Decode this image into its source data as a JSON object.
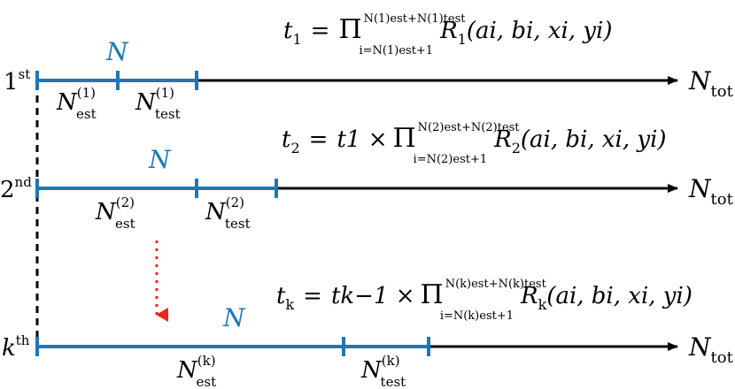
{
  "colors": {
    "axis": "#000000",
    "segment": "#1f77b4",
    "ellipsis": "#e8271e"
  },
  "rows": [
    {
      "ordinal": "1",
      "ordinal_suffix": "st",
      "window_label": "N",
      "est_base": "N",
      "est_sub": "est",
      "est_sup": "(1)",
      "test_base": "N",
      "test_sub": "test",
      "test_sup": "(1)",
      "end_base": "N",
      "end_sub": "tot",
      "formula": {
        "lhs_base": "t",
        "lhs_sub": "1",
        "eq": "=",
        "prefix": "",
        "prod": "Π",
        "upper": "N(1)est+N(1)test",
        "lower": "i=N(1)est+1",
        "func_base": "R",
        "func_sub": "1",
        "args": "(ai, bi, xi, yi)"
      }
    },
    {
      "ordinal": "2",
      "ordinal_suffix": "nd",
      "window_label": "N",
      "est_base": "N",
      "est_sub": "est",
      "est_sup": "(2)",
      "test_base": "N",
      "test_sub": "test",
      "test_sup": "(2)",
      "end_base": "N",
      "end_sub": "tot",
      "formula": {
        "lhs_base": "t",
        "lhs_sub": "2",
        "eq": "=",
        "prefix": "t1 ×",
        "prod": "Π",
        "upper": "N(2)est+N(2)test",
        "lower": "i=N(2)est+1",
        "func_base": "R",
        "func_sub": "2",
        "args": "(ai, bi, xi, yi)"
      }
    },
    {
      "ordinal": "k",
      "ordinal_suffix": "th",
      "window_label": "N",
      "est_base": "N",
      "est_sub": "est",
      "est_sup": "(k)",
      "test_base": "N",
      "test_sub": "test",
      "test_sup": "(k)",
      "end_base": "N",
      "end_sub": "tot",
      "formula": {
        "lhs_base": "t",
        "lhs_sub": "k",
        "eq": "=",
        "prefix": "tk−1 ×",
        "prod": "Π",
        "upper": "N(k)est+N(k)test",
        "lower": "i=N(k)est+1",
        "func_base": "R",
        "func_sub": "k",
        "args": "(ai, bi, xi, yi)"
      }
    }
  ]
}
